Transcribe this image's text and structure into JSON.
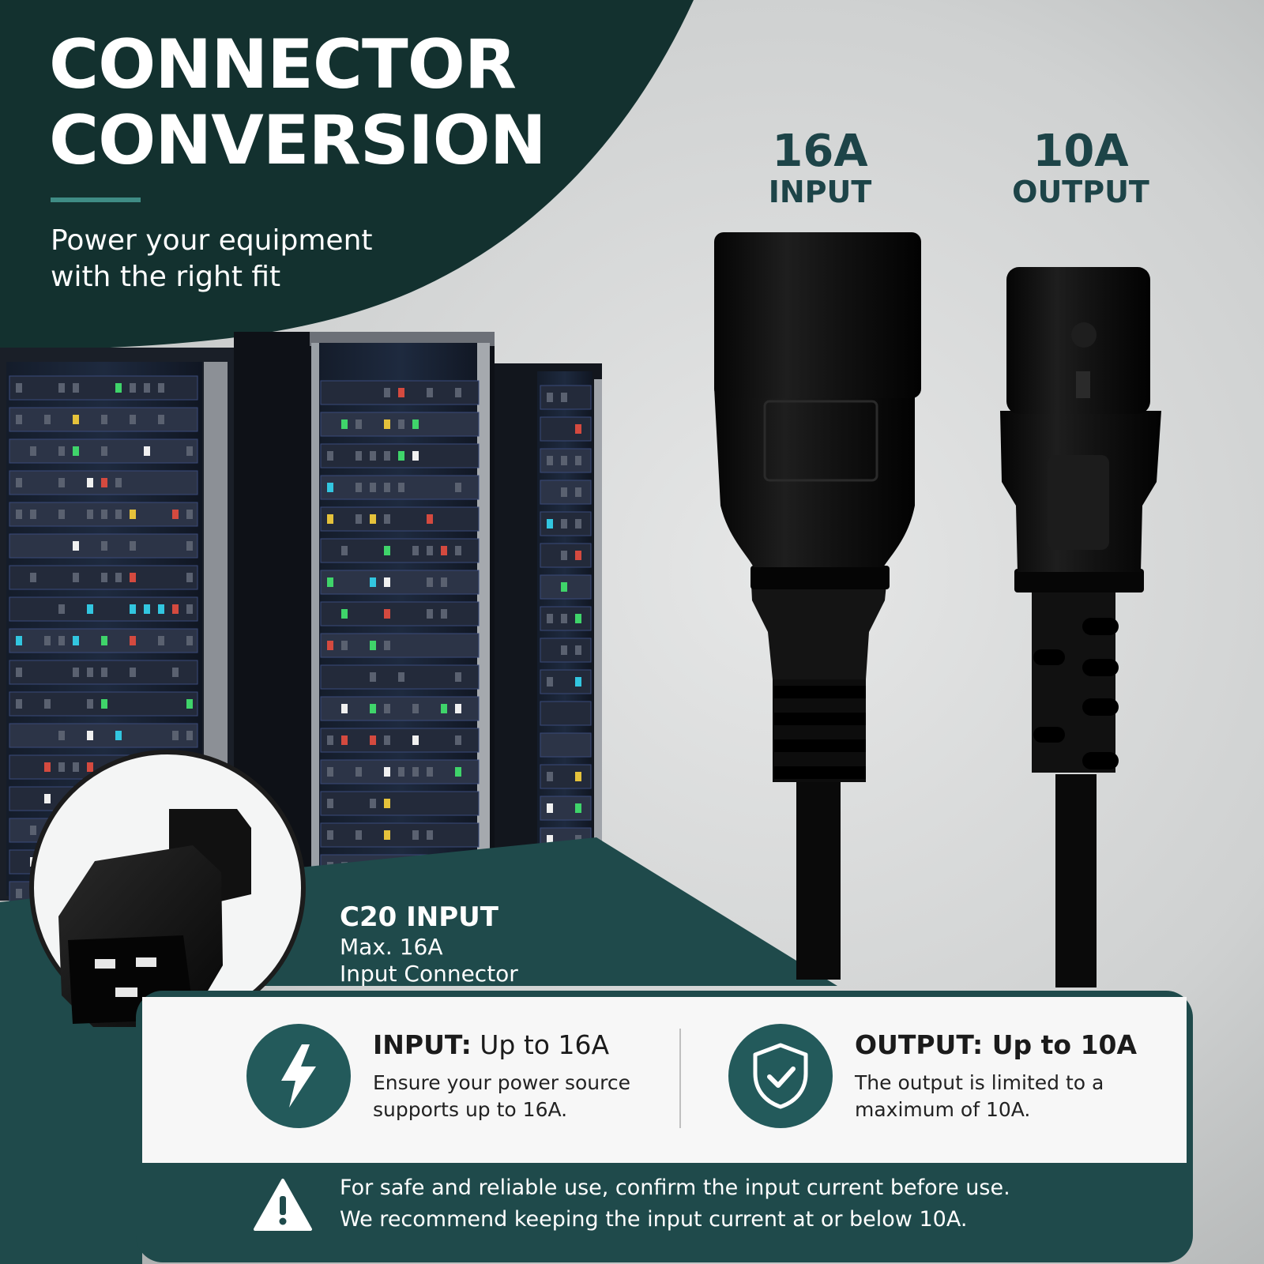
{
  "hero": {
    "title_line1": "CONNECTOR",
    "title_line2": "CONVERSION",
    "subtitle_line1": "Power your equipment",
    "subtitle_line2": "with the right fit"
  },
  "ratings": {
    "input": {
      "amps": "16A",
      "label": "INPUT"
    },
    "output": {
      "amps": "10A",
      "label": "OUTPUT"
    }
  },
  "c20_callout": {
    "title": "C20 INPUT",
    "line1": "Max. 16A",
    "line2": "Input Connector"
  },
  "info": {
    "input": {
      "title_bold": "INPUT:",
      "title_rest": " Up to 16A",
      "desc_line1": "Ensure your power source",
      "desc_line2": "supports up to 16A.",
      "icon": "lightning-bolt-icon"
    },
    "output": {
      "title_bold": "OUTPUT: Up to 10A",
      "title_rest": "",
      "desc_line1": "The output is limited to a",
      "desc_line2": "maximum of 10A.",
      "icon": "shield-check-icon"
    }
  },
  "warning": {
    "line1": "For safe and reliable use, confirm the input current before use.",
    "line2": "We recommend keeping the input current at or below 10A.",
    "icon": "warning-triangle-icon"
  },
  "colors": {
    "dark_teal": "#13312f",
    "panel_teal": "#1f4a4b",
    "accent_teal": "#3f8c85",
    "rating_text": "#1d4448",
    "background_grey": "#d9dbdb"
  }
}
